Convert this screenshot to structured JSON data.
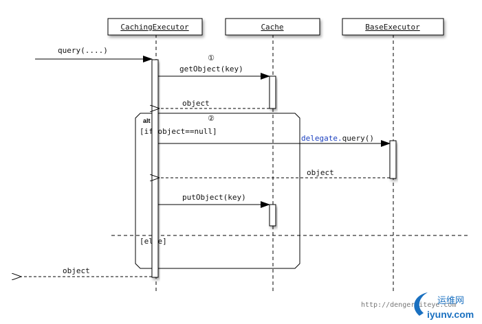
{
  "participants": [
    {
      "name": "CachingExecutor"
    },
    {
      "name": "Cache"
    },
    {
      "name": "BaseExecutor"
    }
  ],
  "messages": [
    {
      "label": "query(....)",
      "type": "sync",
      "from": "external",
      "to": "CachingExecutor"
    },
    {
      "label": "getObject(key)",
      "type": "sync",
      "from": "CachingExecutor",
      "to": "Cache",
      "step": "①"
    },
    {
      "label": "object",
      "type": "return",
      "from": "Cache",
      "to": "CachingExecutor"
    },
    {
      "label_prefix": "delegate.",
      "label": "query()",
      "type": "sync",
      "from": "CachingExecutor",
      "to": "BaseExecutor"
    },
    {
      "label": "object",
      "type": "return",
      "from": "BaseExecutor",
      "to": "CachingExecutor"
    },
    {
      "label": "putObject(key)",
      "type": "sync",
      "from": "CachingExecutor",
      "to": "Cache"
    },
    {
      "label": "object",
      "type": "return",
      "from": "CachingExecutor",
      "to": "external"
    }
  ],
  "fragment": {
    "operator": "alt",
    "step": "②",
    "guard_if": "[if object==null]",
    "guard_else": "[else]"
  },
  "colors": {
    "line": "#000000",
    "keyword": "#1a3fbf"
  },
  "watermark": {
    "url": "http://denger.iteye.com",
    "site_cn": "运维网",
    "site": "iyunv.com"
  }
}
